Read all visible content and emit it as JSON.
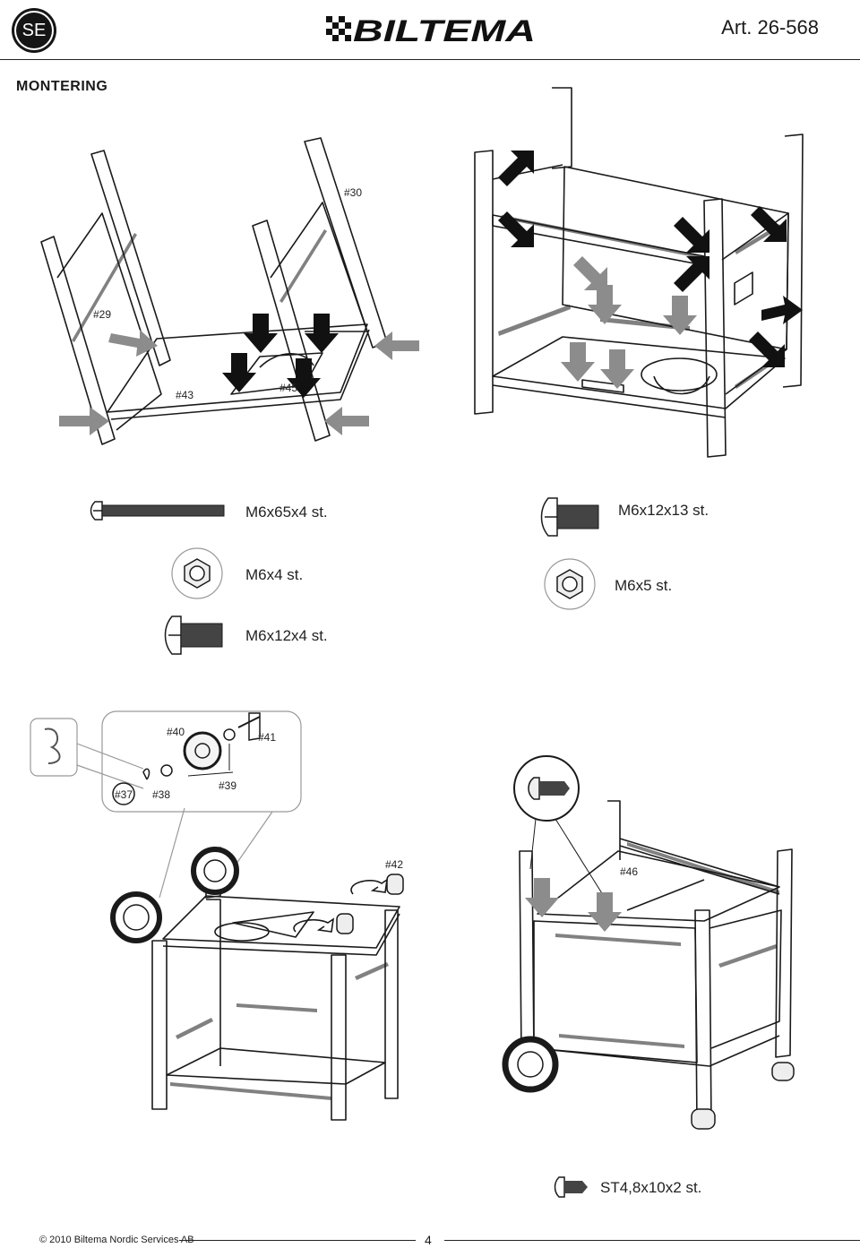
{
  "header": {
    "lang": "SE",
    "brand": "BILTEMA",
    "article": "Art. 26-568"
  },
  "section_title": "MONTERING",
  "figures": {
    "fig1_labels": {
      "p30": "#30",
      "p29": "#29",
      "p43": "#43",
      "p45": "#45"
    },
    "fig3_labels": {
      "p40": "#40",
      "p41": "#41",
      "p37": "#37",
      "p38": "#38",
      "p39": "#39",
      "p42": "#42"
    },
    "fig4_labels": {
      "p46": "#46"
    }
  },
  "hardware": {
    "m6x65": "M6x65x4 st.",
    "m6x12x13": "M6x12x13 st.",
    "m6x4": "M6x4 st.",
    "m6x5": "M6x5 st.",
    "m6x12x4": "M6x12x4 st.",
    "st48": "ST4,8x10x2 st."
  },
  "footer": {
    "copyright": "© 2010 Biltema Nordic Services AB",
    "page": "4"
  },
  "colors": {
    "ink": "#1a1a1a",
    "arrow_black": "#111111",
    "arrow_gray": "#8c8c8c"
  }
}
